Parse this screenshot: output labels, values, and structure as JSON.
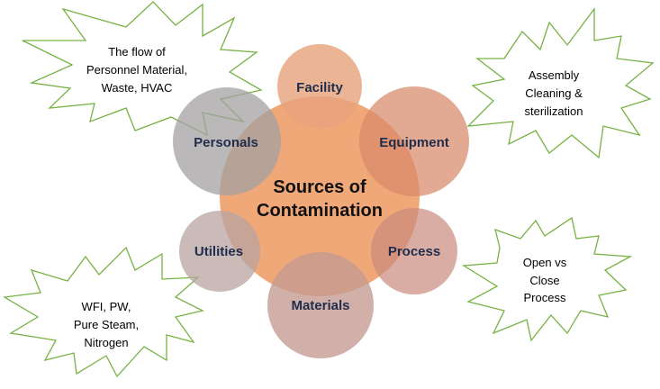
{
  "diagram": {
    "center": {
      "line1": "Sources of",
      "line2": "Contamination"
    },
    "nodes": {
      "facility": "Facility",
      "equipment": "Equipment",
      "process": "Process",
      "materials": "Materials",
      "utilities": "Utilities",
      "personals": "Personals"
    },
    "callouts": {
      "personals": [
        "The flow of",
        "Personnel Material,",
        "Waste, HVAC"
      ],
      "equipment": [
        "Assembly",
        "Cleaning &",
        "sterilization"
      ],
      "process": [
        "Open vs",
        "Close",
        "Process"
      ],
      "utilities": [
        "WFI, PW,",
        "Pure Steam,",
        "Nitrogen"
      ]
    },
    "colors": {
      "center_fill": "#f0a574",
      "facility_fill": "#e6a37e",
      "equipment_fill": "#dc977c",
      "process_fill": "#d4a59b",
      "materials_fill": "#cfaaa3",
      "utilities_fill": "#c9b6b2",
      "personals_fill": "#b5b2b2",
      "burst_stroke": "#77b244",
      "label_text": "#1f2d4d"
    }
  }
}
